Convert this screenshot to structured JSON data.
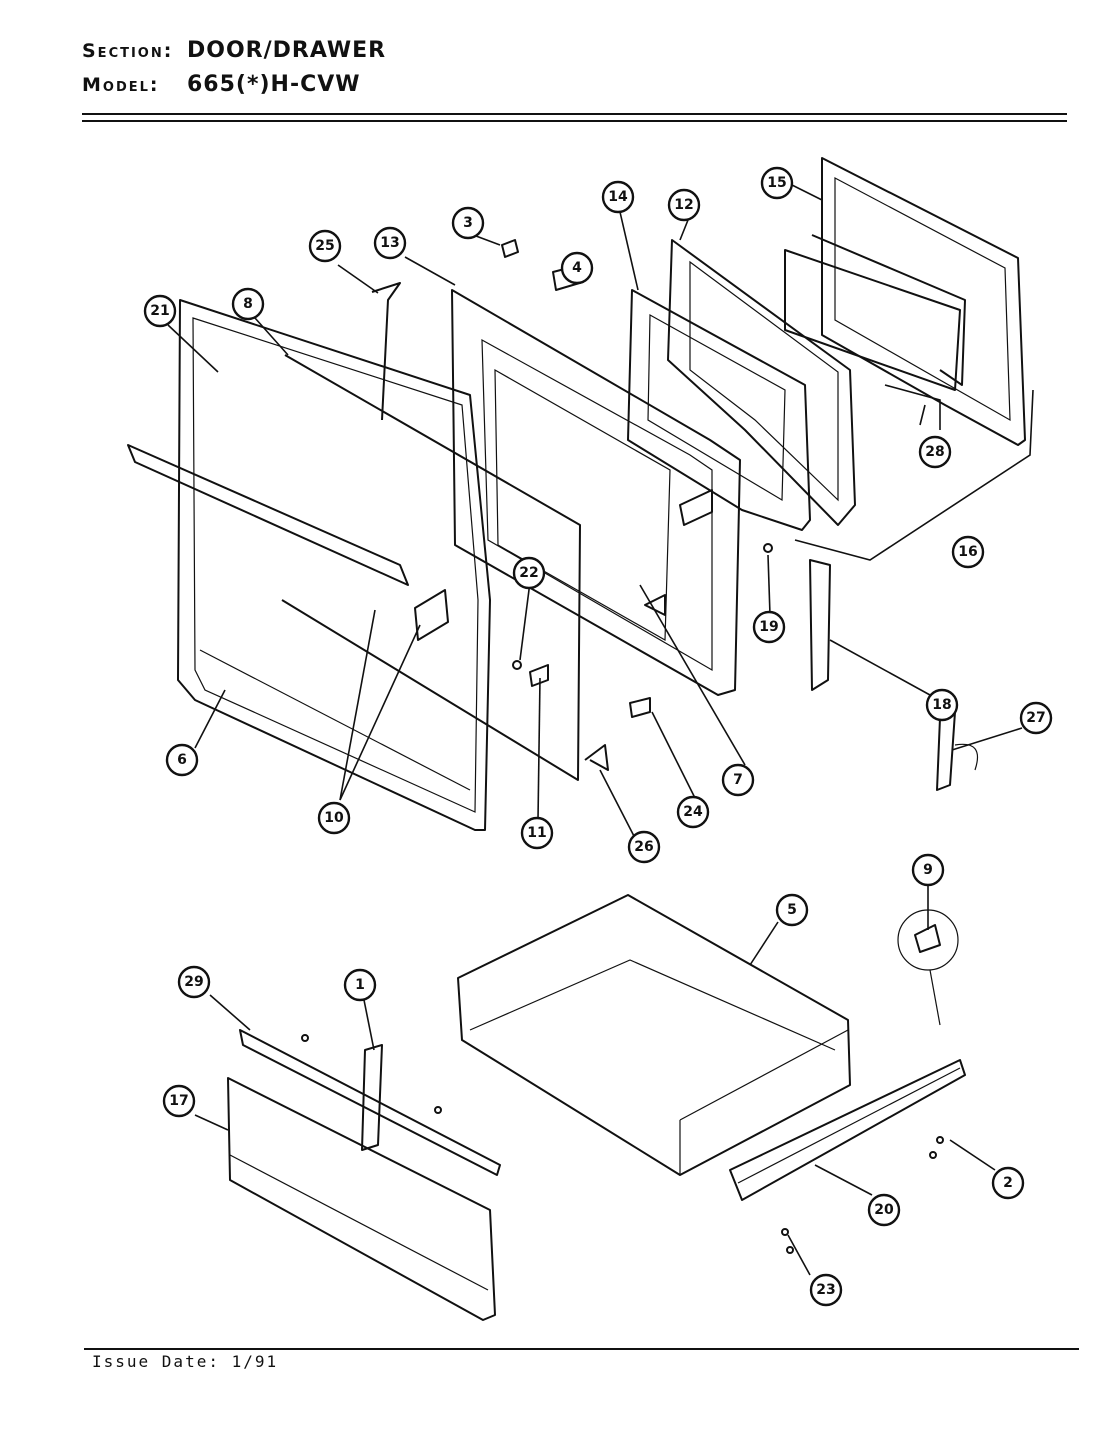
{
  "header": {
    "section_label": "Section:",
    "section_value": "DOOR/DRAWER",
    "model_label": "Model:",
    "model_value": "665(*)H-CVW"
  },
  "footer": {
    "issue_date": "Issue Date: 1/91"
  },
  "callouts": [
    {
      "id": "1",
      "name": "callout-1"
    },
    {
      "id": "2",
      "name": "callout-2"
    },
    {
      "id": "3",
      "name": "callout-3"
    },
    {
      "id": "4",
      "name": "callout-4"
    },
    {
      "id": "5",
      "name": "callout-5"
    },
    {
      "id": "6",
      "name": "callout-6"
    },
    {
      "id": "7",
      "name": "callout-7"
    },
    {
      "id": "8",
      "name": "callout-8"
    },
    {
      "id": "9",
      "name": "callout-9"
    },
    {
      "id": "10",
      "name": "callout-10"
    },
    {
      "id": "11",
      "name": "callout-11"
    },
    {
      "id": "12",
      "name": "callout-12"
    },
    {
      "id": "13",
      "name": "callout-13"
    },
    {
      "id": "14",
      "name": "callout-14"
    },
    {
      "id": "15",
      "name": "callout-15"
    },
    {
      "id": "16",
      "name": "callout-16"
    },
    {
      "id": "17",
      "name": "callout-17"
    },
    {
      "id": "18",
      "name": "callout-18"
    },
    {
      "id": "19",
      "name": "callout-19"
    },
    {
      "id": "20",
      "name": "callout-20"
    },
    {
      "id": "21",
      "name": "callout-21"
    },
    {
      "id": "22",
      "name": "callout-22"
    },
    {
      "id": "23",
      "name": "callout-23"
    },
    {
      "id": "24",
      "name": "callout-24"
    },
    {
      "id": "25",
      "name": "callout-25"
    },
    {
      "id": "26",
      "name": "callout-26"
    },
    {
      "id": "27",
      "name": "callout-27"
    },
    {
      "id": "28",
      "name": "callout-28"
    },
    {
      "id": "29",
      "name": "callout-29"
    }
  ]
}
